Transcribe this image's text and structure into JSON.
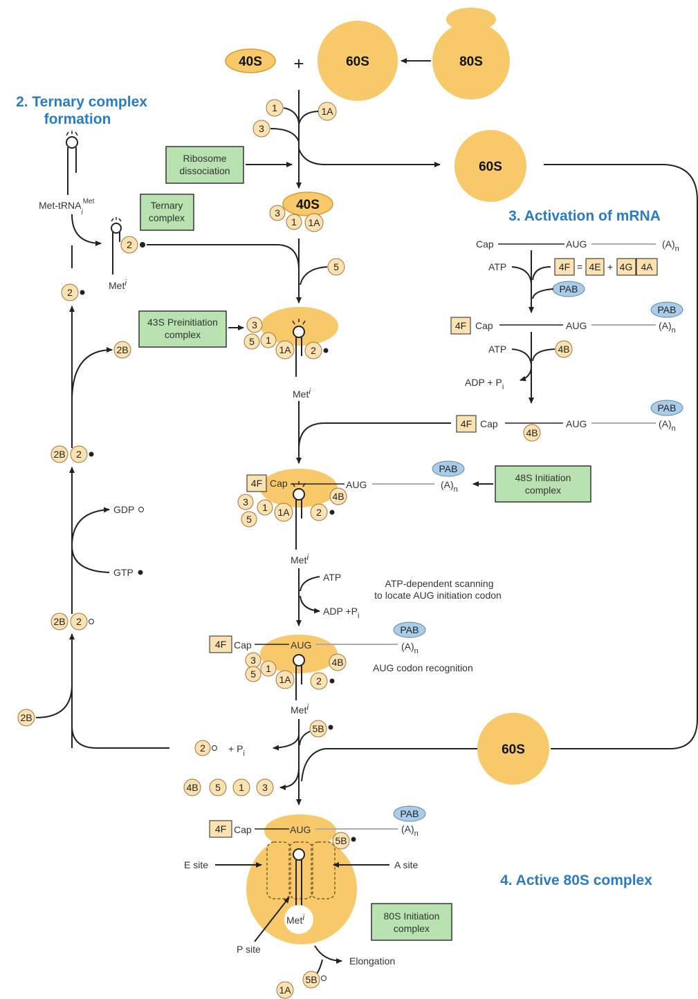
{
  "headings": {
    "ternary": [
      "2. Ternary complex",
      "formation"
    ],
    "activation": "3. Activation of mRNA",
    "active80s": "4. Active 80S complex"
  },
  "ribosomes": {
    "s40": "40S",
    "s60": "60S",
    "s80": "80S",
    "plus": "+"
  },
  "boxes": {
    "ribosome_dissociation": [
      "Ribosome",
      "dissociation"
    ],
    "ternary_complex": [
      "Ternary",
      "complex"
    ],
    "preinitiation_43s": [
      "43S Preinitiation",
      "complex"
    ],
    "initiation_48s": [
      "48S Initiation",
      "complex"
    ],
    "initiation_80s": [
      "80S Initiation",
      "complex"
    ]
  },
  "factors": {
    "f1": "1",
    "f1a": "1A",
    "f2": "2",
    "f2b": "2B",
    "f3": "3",
    "f4b": "4B",
    "f4f": "4F",
    "f4e": "4E",
    "f4g": "4G",
    "f4a": "4A",
    "f5": "5",
    "f5b": "5B",
    "pab": "PAB"
  },
  "labels": {
    "met_trna": "Met-tRNA",
    "met_trna_sup": "Met",
    "met_trna_sub": "i",
    "met": "Met",
    "met_i": "i",
    "cap": "Cap",
    "aug": "AUG",
    "polya": "(A)",
    "polya_sub": "n",
    "atp": "ATP",
    "adp_pi": "ADP + P",
    "adp_pi2": "ADP +P",
    "pi_sub": "i",
    "gdp": "GDP",
    "gtp": "GTP",
    "plus_pi": "+ P",
    "equals": "=",
    "plus": "+",
    "scanning": [
      "ATP-dependent scanning",
      "to locate AUG initiation codon"
    ],
    "aug_recognition": "AUG codon recognition",
    "e_site": "E site",
    "a_site": "A site",
    "p_site": "P site",
    "elongation": "Elongation"
  },
  "colors": {
    "ribosome": "#f7c96a",
    "ribosome_edge": "#d99a2b",
    "factor": "#fbe2b0",
    "factor_edge": "#9a7440",
    "box_fill": "#b8e2b0",
    "box_edge": "#333333",
    "pab": "#a9cde8",
    "heading": "#2a7bc0"
  }
}
